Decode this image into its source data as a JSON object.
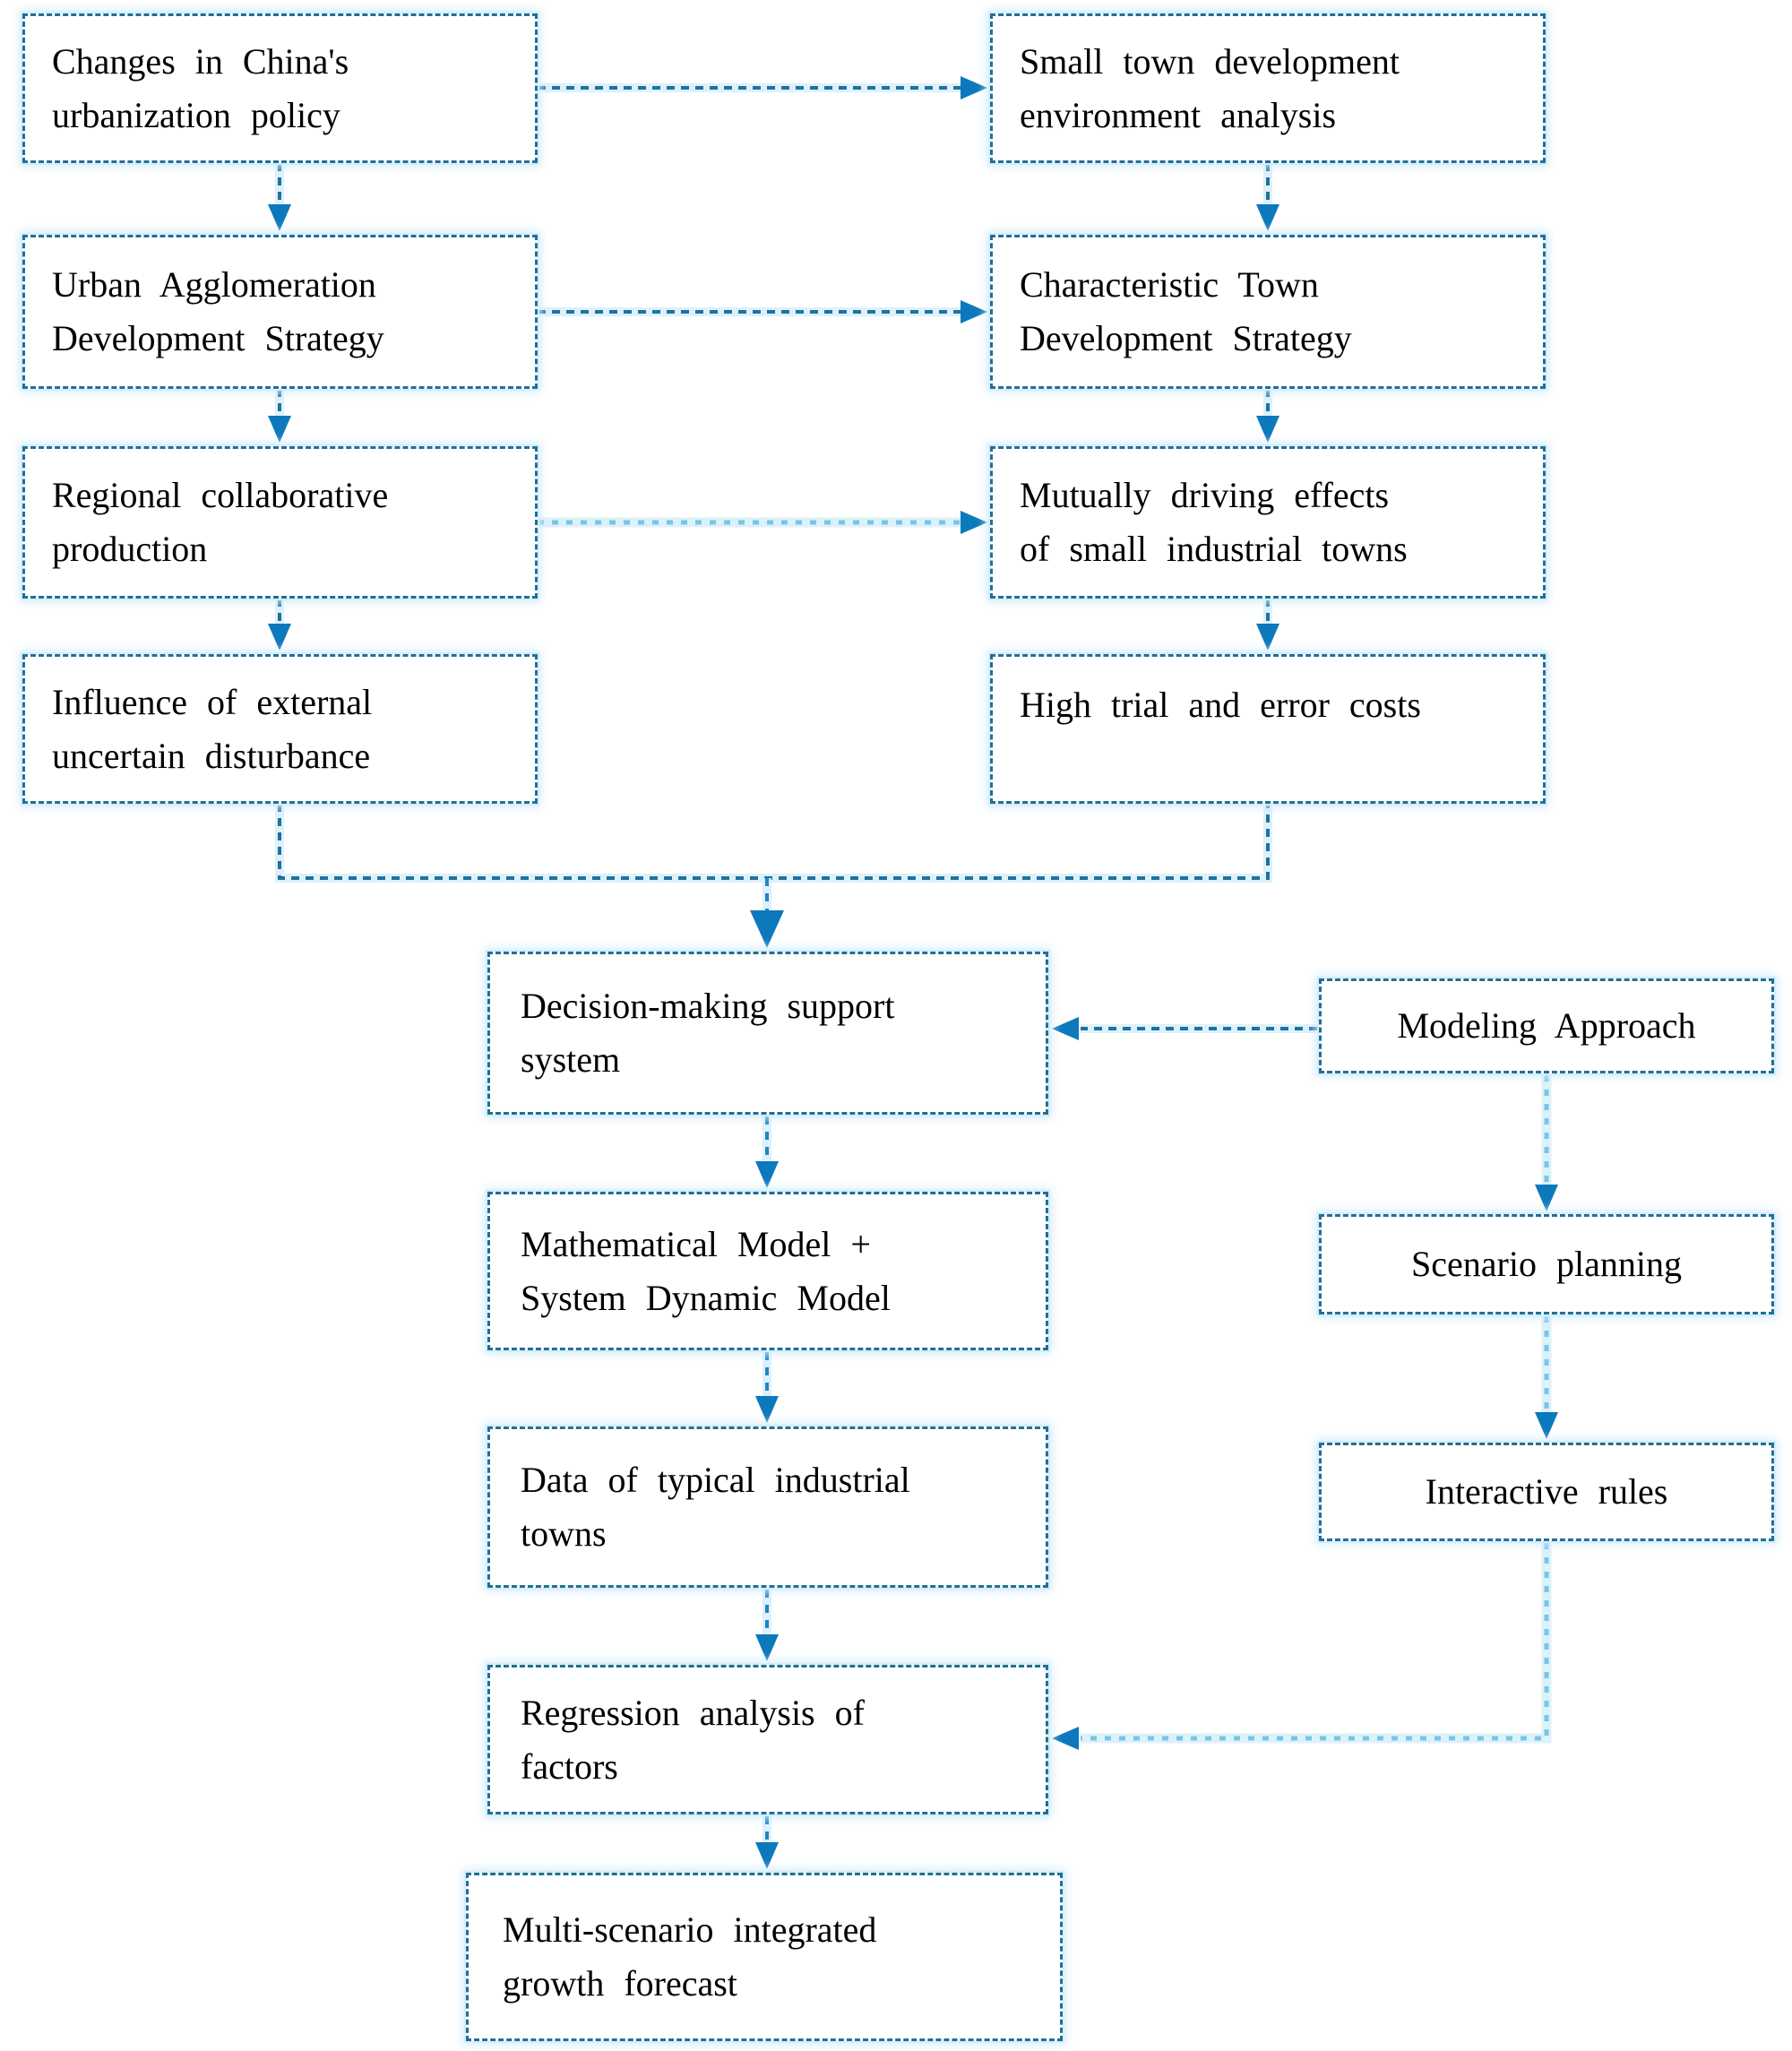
{
  "diagram": {
    "title": "Small industrial town growth forecast flowchart",
    "colors": {
      "background": "#ffffff",
      "text": "#000000",
      "box_border": "#1f7095",
      "box_glow": "#d5edf9",
      "arrowhead": "#0c79bc",
      "connector_dark": "#21719b",
      "connector_mid": "#1d86c4",
      "connector_light": "#7cc3e8",
      "connector_halo": "#d9f0fa"
    },
    "boxes": {
      "changes": "Changes in China's\nurbanization policy",
      "small_town": "Small town development\nenvironment analysis",
      "urban": "Urban Agglomeration\nDevelopment Strategy",
      "characteristic": "Characteristic Town\nDevelopment Strategy",
      "regional": "Regional collaborative\nproduction",
      "mutually": "Mutually driving effects\nof small industrial towns",
      "influence": "Influence of external\nuncertain disturbance",
      "high_trial": "High trial and error costs",
      "decision": "Decision-making support\nsystem",
      "modeling": "Modeling Approach",
      "math_model": "Mathematical Model +\nSystem Dynamic Model",
      "scenario": "Scenario planning",
      "data_towns": "Data of typical industrial\ntowns",
      "interactive": "Interactive rules",
      "regression": "Regression analysis of\nfactors",
      "multi_scenario": "Multi-scenario integrated\ngrowth forecast"
    }
  }
}
